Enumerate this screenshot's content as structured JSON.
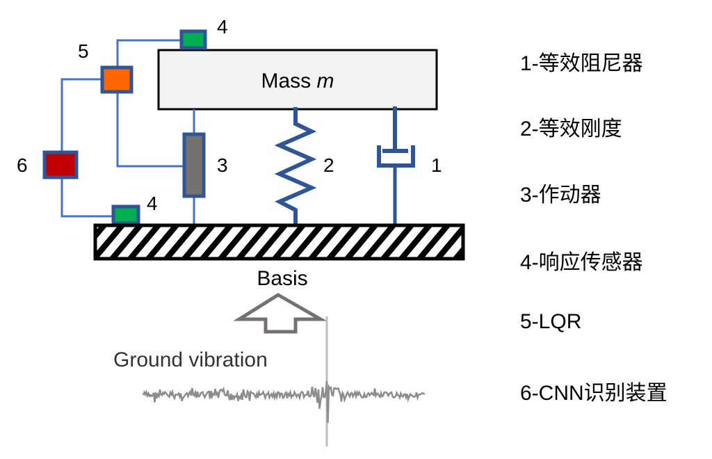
{
  "mass": {
    "label": "Mass ",
    "symbol": "m"
  },
  "base": {
    "label": "Basis"
  },
  "excitation": {
    "label": "Ground  vibration"
  },
  "component_numbers": {
    "damper": "1",
    "spring": "2",
    "actuator": "3",
    "sensor_top": "4",
    "sensor_bottom": "4",
    "controller": "5",
    "identifier": "6"
  },
  "legend": [
    {
      "text": "1-等效阻尼器"
    },
    {
      "text": "2-等效刚度"
    },
    {
      "text": "3-作动器"
    },
    {
      "text": "4-响应传感器"
    },
    {
      "text": "5-LQR"
    },
    {
      "text": "6-CNN识别装置"
    }
  ],
  "colors": {
    "wire": "#4472c4",
    "frame": "#2f5597",
    "sensor": "#00b050",
    "controller": "#ff6600",
    "identifier": "#c00000",
    "actuator": "#767171",
    "mass_fill": "#f2f2f2",
    "arrow": "#767171",
    "signal": "#8c8c8c"
  }
}
